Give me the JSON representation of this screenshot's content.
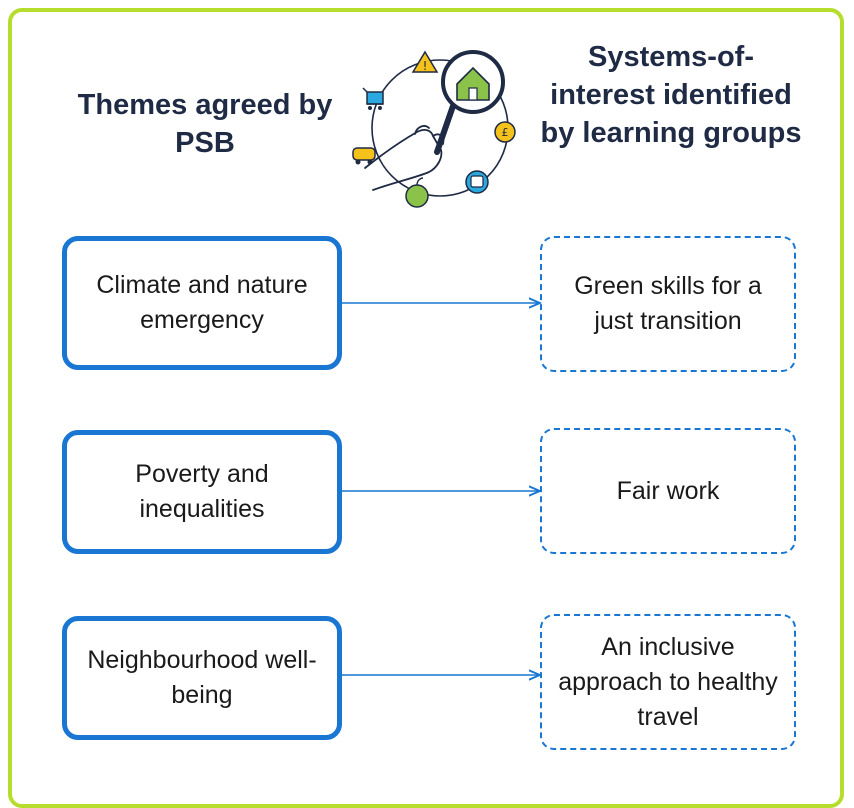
{
  "headings": {
    "left": "Themes agreed by PSB",
    "right": "Systems-of-interest identified by learning groups"
  },
  "themes": [
    {
      "label": "Climate and nature emergency"
    },
    {
      "label": "Poverty and inequalities"
    },
    {
      "label": "Neighbourhood well-being"
    }
  ],
  "systems": [
    {
      "label": "Green skills for a just transition"
    },
    {
      "label": "Fair work"
    },
    {
      "label": "An inclusive approach to healthy travel"
    }
  ],
  "colors": {
    "frame": "#b6dd2b",
    "box_border": "#1976d2",
    "icon_green": "#8bc34a",
    "icon_blue": "#29a9e0",
    "icon_yellow": "#f5c21b"
  },
  "icons": [
    "house-icon",
    "magnifying-glass-icon",
    "hand-icon",
    "warning-sign-icon",
    "coin-icon",
    "bus-icon",
    "apple-icon",
    "car-icon",
    "shopping-cart-icon"
  ]
}
